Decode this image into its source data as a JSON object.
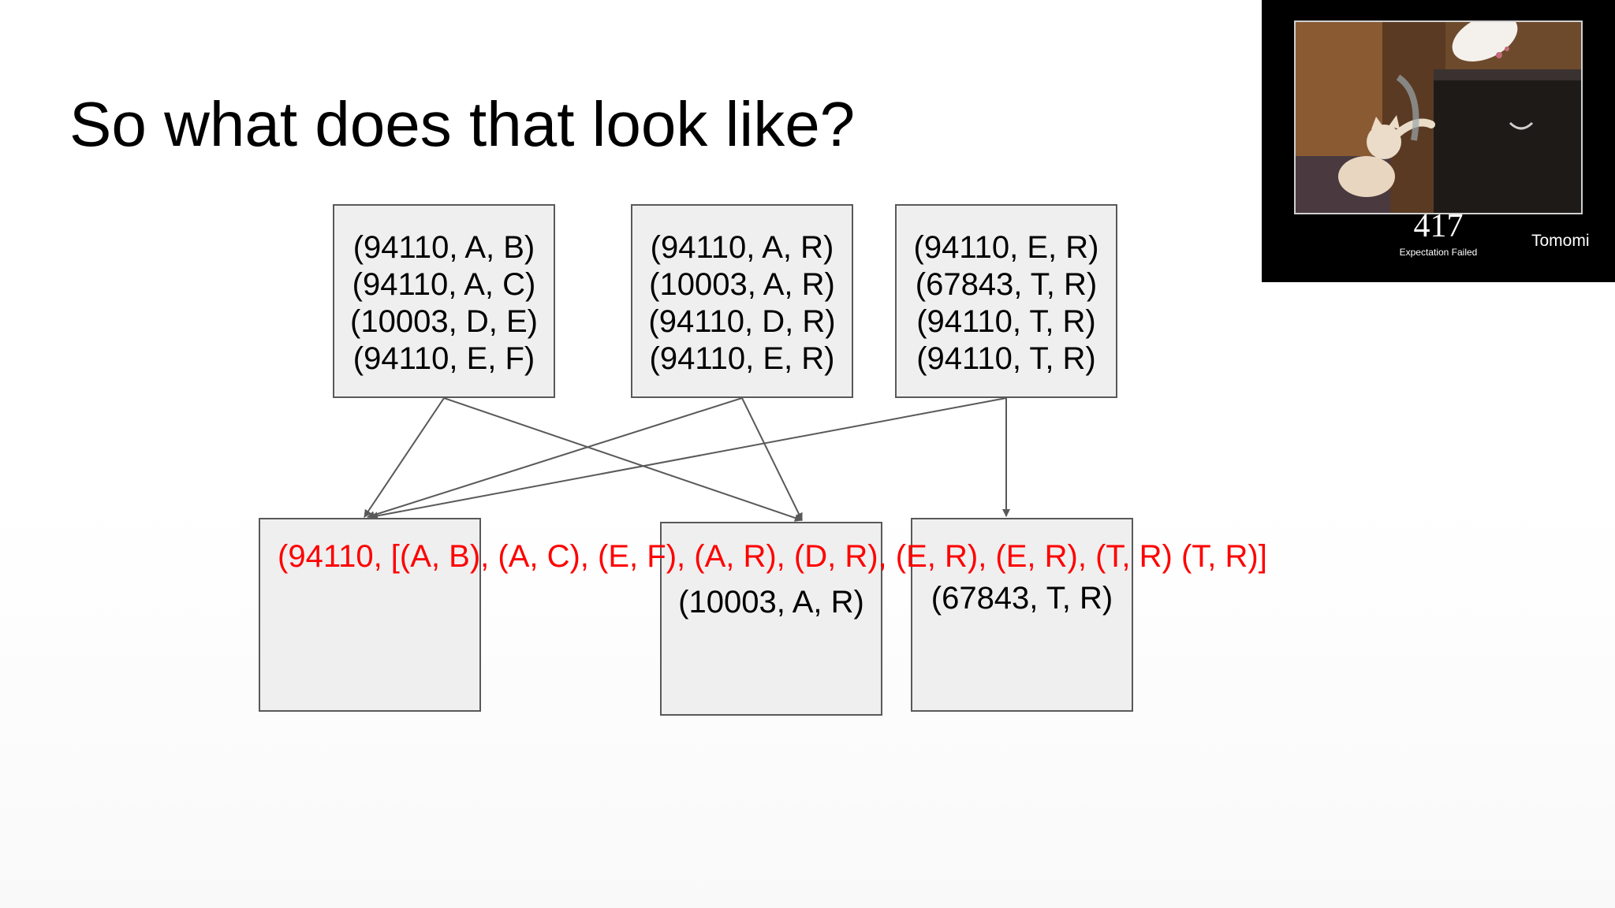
{
  "slide": {
    "title": "So what does that look like?"
  },
  "mapper_boxes": [
    {
      "lines": [
        "(94110, A, B)",
        "(94110, A, C)",
        "(10003, D, E)",
        "(94110, E, F)"
      ]
    },
    {
      "lines": [
        "(94110, A, R)",
        "(10003, A, R)",
        "(94110, D, R)",
        "(94110, E, R)"
      ]
    },
    {
      "lines": [
        "(94110, E, R)",
        "(67843, T, R)",
        "(94110, T, R)",
        "(94110, T, R)"
      ]
    }
  ],
  "reducer_boxes": [
    {
      "text": ""
    },
    {
      "text": "(10003, A, R)"
    },
    {
      "text": "(67843, T, R)"
    }
  ],
  "grouped_output": "(94110, [(A, B), (A, C), (E, F), (A, R), (D, R), (E, R), (E, R), (T, R) (T, R)]",
  "video_overlay": {
    "code": "417",
    "status": "Expectation Failed",
    "participant_name": "Tomomi"
  },
  "colors": {
    "box_fill": "#efefef",
    "box_border": "#595959",
    "arrow": "#595959",
    "highlight_text": "#ff0000"
  }
}
